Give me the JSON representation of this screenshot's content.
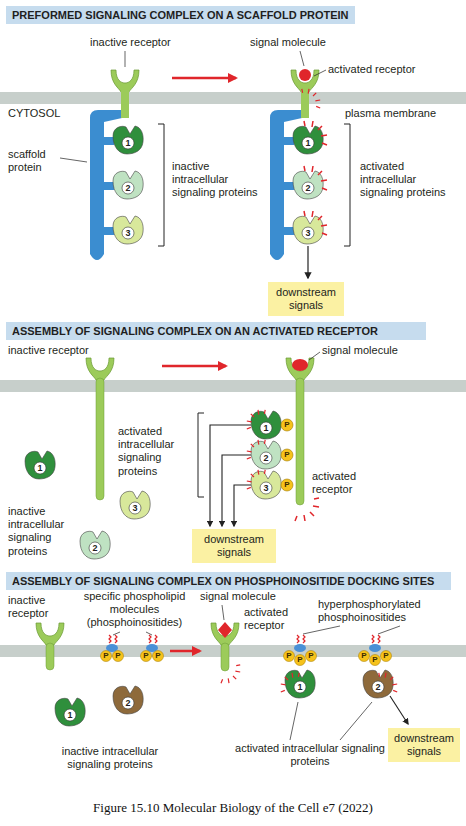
{
  "diagram": {
    "caption": "Figure 15.10 Molecular Biology of the Cell e7 (2022)",
    "nodes": [
      {
        "text": [
          "PREFORMED SIGNALING COMPLEX ON A SCAFFOLD PROTEIN"
        ]
      },
      {
        "text": [
          "downstream signals"
        ]
      },
      {
        "text": [
          "ASSEMBLY OF SIGNALING COMPLEX ON AN ACTIVATED RECEPTOR"
        ]
      },
      {
        "text": [
          "downstream signals"
        ]
      },
      {
        "text": [
          "ASSEMBLY OF SIGNALING COMPLEX ON PHOSPHOINOSITIDE DOCKING SITES"
        ]
      },
      {
        "text": [
          "downstream signals"
        ]
      }
    ],
    "labels": [
      "inactive receptor",
      "signal molecule",
      "activated receptor",
      "CYTOSOL",
      "plasma membrane",
      "scaffold protein",
      "inactive intracellular signaling proteins",
      "activated intracellular signaling proteins",
      "1",
      "2",
      "3",
      "1",
      "2",
      "3",
      "inactive receptor",
      "signal molecule",
      "activated intracellular signaling proteins",
      "activated receptor",
      "inactive intracellular signaling proteins",
      "1",
      "2",
      "3",
      "1",
      "2",
      "3",
      "P",
      "P",
      "P",
      "inactive receptor",
      "specific phospholipid molecules (phosphoinositides)",
      "signal molecule",
      "activated receptor",
      "hyperphosphorylated phosphoinositides",
      "activated intracellular signaling proteins",
      "inactive intracellular signaling proteins",
      "1",
      "2",
      "1",
      "2",
      "P",
      "P",
      "P",
      "P",
      "P",
      "P",
      "P",
      "P",
      "P",
      "P"
    ]
  }
}
